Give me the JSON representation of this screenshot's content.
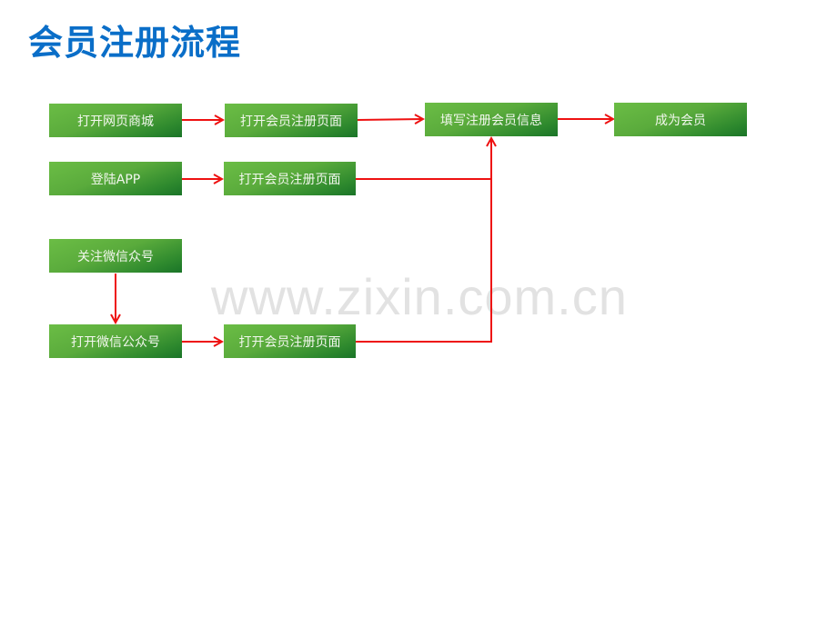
{
  "title": "会员注册流程",
  "watermark": "www.zixin.com.cn",
  "colors": {
    "title": "#0a6ec8",
    "box_light": "#6bbd45",
    "box_dark": "#1a7428",
    "arrow": "#ee1111",
    "box_text": "#f2f7ee"
  },
  "nodes": {
    "web_mall": "打开网页商城",
    "open_reg_1": "打开会员注册页面",
    "fill_info": "填写注册会员信息",
    "become_member": "成为会员",
    "login_app": "登陆APP",
    "open_reg_2": "打开会员注册页面",
    "follow_wechat": "关注微信众号",
    "open_wechat": "打开微信公众号",
    "open_reg_3": "打开会员注册页面"
  },
  "edges": [
    {
      "from": "web_mall",
      "to": "open_reg_1"
    },
    {
      "from": "open_reg_1",
      "to": "fill_info"
    },
    {
      "from": "fill_info",
      "to": "become_member"
    },
    {
      "from": "login_app",
      "to": "open_reg_2"
    },
    {
      "from": "open_reg_2",
      "to": "fill_info"
    },
    {
      "from": "follow_wechat",
      "to": "open_wechat"
    },
    {
      "from": "open_wechat",
      "to": "open_reg_3"
    },
    {
      "from": "open_reg_3",
      "to": "fill_info"
    }
  ]
}
